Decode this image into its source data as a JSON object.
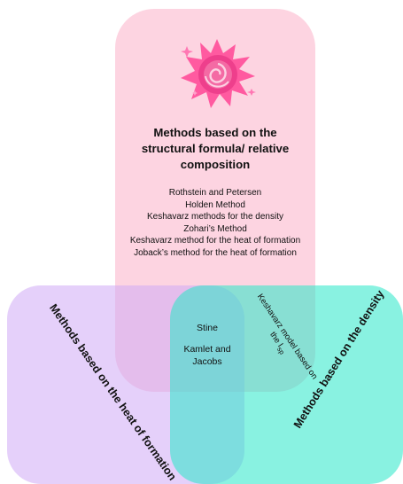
{
  "pink_box": {
    "title": "Methods based on the structural formula/ relative composition",
    "methods": [
      "Rothstein and Petersen",
      "Holden Method",
      "Keshavarz methods for the density",
      "Zohari’s Method",
      "Keshavarz method for the heat of formation",
      "Joback’s method for the heat of formation"
    ]
  },
  "purple_box": {
    "title": "Methods based on the heat of formation"
  },
  "green_box": {
    "title": "Methods based on the density"
  },
  "overlap_heat_density": {
    "methods": [
      "Stine",
      "Kamlet and Jacobs"
    ]
  },
  "overlap_structural_density": {
    "method": "Keshavarz model based on the I",
    "subscript": "sp"
  },
  "icon": "rose-starburst-icon",
  "colors": {
    "pink": "#fbbacf",
    "purple": "#d0aaf6",
    "green": "#28e8c8"
  }
}
